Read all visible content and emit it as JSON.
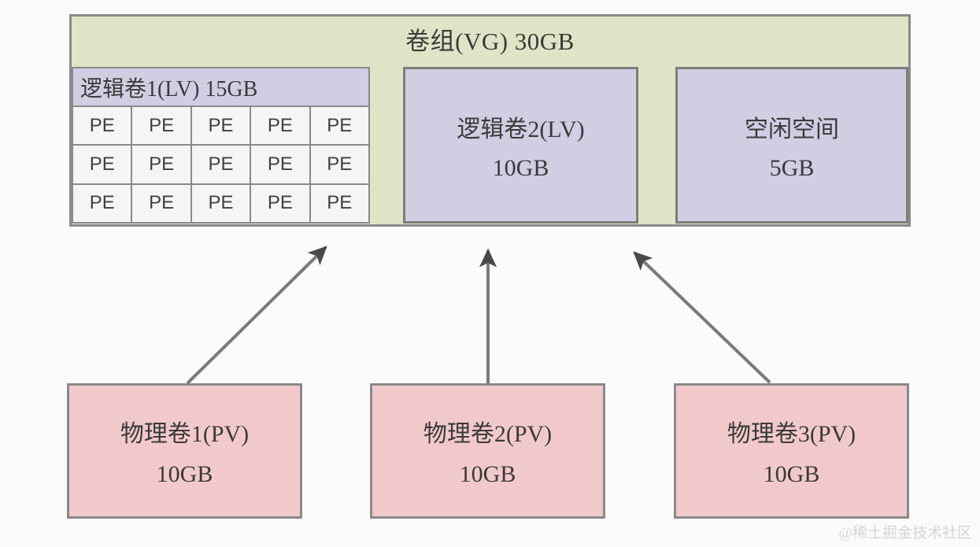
{
  "diagram": {
    "title": "LVM architecture diagram",
    "colors": {
      "vg_background": "#dde5c6",
      "lv_background": "#d2cde3",
      "pv_background": "#f2c9cb",
      "pe_cell_background": "#f5f5f5",
      "border": "#8a8a8a",
      "arrow": "#6f6f6f",
      "text": "#3a3a3a",
      "watermark": "#d9d3d4"
    },
    "volume_group": {
      "label": "卷组(VG)  30GB",
      "name": "卷组(VG)",
      "size": "30GB"
    },
    "logical_volume_1": {
      "label": "逻辑卷1(LV)  15GB",
      "name": "逻辑卷1(LV)",
      "size": "15GB",
      "pe_label": "PE",
      "pe_columns": 5,
      "pe_rows": 3,
      "pe_count": 15,
      "pe_cells": [
        "PE",
        "PE",
        "PE",
        "PE",
        "PE",
        "PE",
        "PE",
        "PE",
        "PE",
        "PE",
        "PE",
        "PE",
        "PE",
        "PE",
        "PE"
      ]
    },
    "logical_volume_2": {
      "name": "逻辑卷2(LV)",
      "size": "10GB"
    },
    "free_space": {
      "name": "空闲空间",
      "size": "5GB"
    },
    "physical_volumes": [
      {
        "name": "物理卷1(PV)",
        "size": "10GB"
      },
      {
        "name": "物理卷2(PV)",
        "size": "10GB"
      },
      {
        "name": "物理卷3(PV)",
        "size": "10GB"
      }
    ],
    "arrows": [
      {
        "from": "物理卷1(PV)",
        "to": "逻辑卷1(LV)"
      },
      {
        "from": "物理卷2(PV)",
        "to": "逻辑卷2(LV)"
      },
      {
        "from": "物理卷3(PV)",
        "to": "逻辑卷2(LV)"
      }
    ],
    "watermark": "@稀土掘金技术社区"
  }
}
